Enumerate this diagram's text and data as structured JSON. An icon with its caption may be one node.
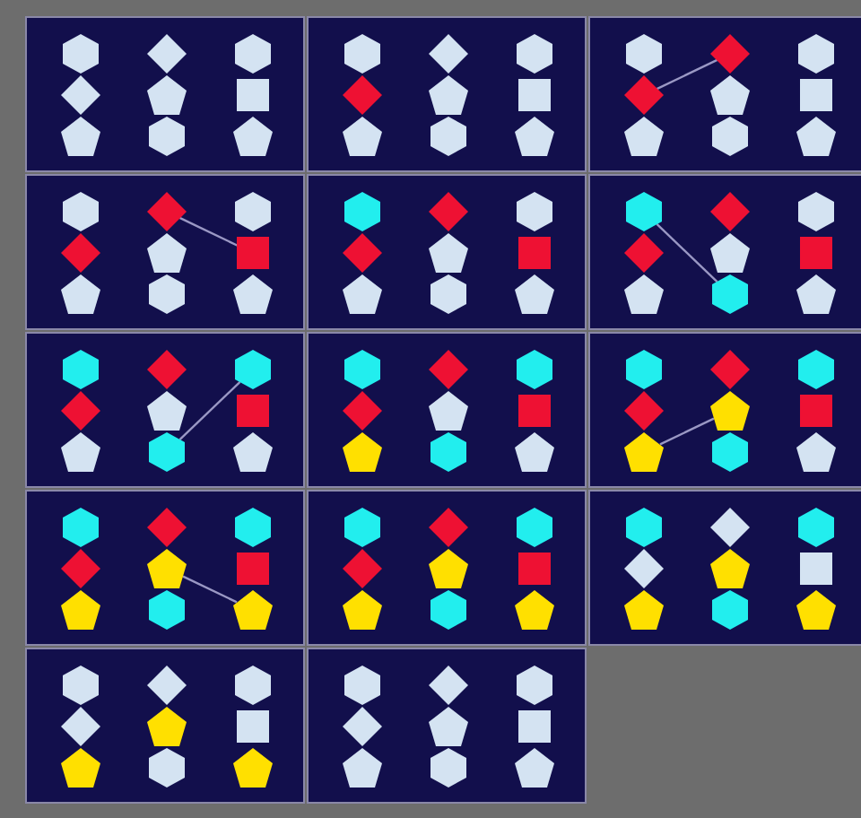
{
  "diagram": {
    "nodes": [
      {
        "text": [],
        "shape": "box"
      },
      {
        "text": [],
        "shape": "hexagon",
        "in": 0
      },
      {
        "text": [],
        "shape": "diamond",
        "in": 0
      },
      {
        "text": [],
        "shape": "pentagon",
        "in": 0
      },
      {
        "text": [],
        "shape": "diamond",
        "in": 0
      },
      {
        "text": [],
        "shape": "pentagon",
        "in": 0
      },
      {
        "text": [],
        "shape": "hexagon",
        "in": 0
      },
      {
        "text": [],
        "shape": "hexagon",
        "in": 0
      },
      {
        "text": [],
        "shape": "square",
        "in": 0
      },
      {
        "text": [],
        "shape": "pentagon",
        "in": 0
      },
      {
        "text": [],
        "shape": "box"
      },
      {
        "text": [],
        "shape": "hexagon",
        "in": 10
      },
      {
        "text": [],
        "shape": "diamond",
        "in": 10
      },
      {
        "text": [],
        "shape": "pentagon",
        "in": 10
      },
      {
        "text": [],
        "shape": "diamond",
        "in": 10
      },
      {
        "text": [],
        "shape": "pentagon",
        "in": 10
      },
      {
        "text": [],
        "shape": "hexagon",
        "in": 10
      },
      {
        "text": [],
        "shape": "hexagon",
        "in": 10
      },
      {
        "text": [],
        "shape": "square",
        "in": 10
      },
      {
        "text": [],
        "shape": "pentagon",
        "in": 10
      },
      {
        "text": [],
        "shape": "box"
      },
      {
        "text": [],
        "shape": "hexagon",
        "in": 20
      },
      {
        "text": [],
        "shape": "diamond",
        "in": 20
      },
      {
        "text": [],
        "shape": "pentagon",
        "in": 20
      },
      {
        "text": [],
        "shape": "diamond",
        "in": 20
      },
      {
        "text": [],
        "shape": "pentagon",
        "in": 20
      },
      {
        "text": [],
        "shape": "hexagon",
        "in": 20
      },
      {
        "text": [],
        "shape": "hexagon",
        "in": 20
      },
      {
        "text": [],
        "shape": "square",
        "in": 20
      },
      {
        "text": [],
        "shape": "pentagon",
        "in": 20
      },
      {
        "text": [],
        "shape": "box"
      },
      {
        "text": [],
        "shape": "hexagon",
        "in": 30
      },
      {
        "text": [],
        "shape": "diamond",
        "in": 30
      },
      {
        "text": [],
        "shape": "pentagon",
        "in": 30
      },
      {
        "text": [],
        "shape": "diamond",
        "in": 30
      },
      {
        "text": [],
        "shape": "pentagon",
        "in": 30
      },
      {
        "text": [],
        "shape": "hexagon",
        "in": 30
      },
      {
        "text": [],
        "shape": "hexagon",
        "in": 30
      },
      {
        "text": [],
        "shape": "square",
        "in": 30
      },
      {
        "text": [],
        "shape": "pentagon",
        "in": 30
      },
      {
        "text": [],
        "shape": "box"
      },
      {
        "text": [],
        "shape": "hexagon",
        "in": 40
      },
      {
        "text": [],
        "shape": "diamond",
        "in": 40
      },
      {
        "text": [],
        "shape": "pentagon",
        "in": 40
      },
      {
        "text": [],
        "shape": "diamond",
        "in": 40
      },
      {
        "text": [],
        "shape": "pentagon",
        "in": 40
      },
      {
        "text": [],
        "shape": "hexagon",
        "in": 40
      },
      {
        "text": [],
        "shape": "hexagon",
        "in": 40
      },
      {
        "text": [],
        "shape": "square",
        "in": 40
      },
      {
        "text": [],
        "shape": "pentagon",
        "in": 40
      },
      {
        "text": [],
        "shape": "box"
      },
      {
        "text": [],
        "shape": "hexagon",
        "in": 50
      },
      {
        "text": [],
        "shape": "diamond",
        "in": 50
      },
      {
        "text": [],
        "shape": "pentagon",
        "in": 50
      },
      {
        "text": [],
        "shape": "diamond",
        "in": 50
      },
      {
        "text": [],
        "shape": "pentagon",
        "in": 50
      },
      {
        "text": [],
        "shape": "hexagon",
        "in": 50
      },
      {
        "text": [],
        "shape": "hexagon",
        "in": 50
      },
      {
        "text": [],
        "shape": "square",
        "in": 50
      },
      {
        "text": [],
        "shape": "pentagon",
        "in": 50
      },
      {
        "text": [],
        "shape": "box"
      },
      {
        "text": [],
        "shape": "hexagon",
        "in": 60
      },
      {
        "text": [],
        "shape": "diamond",
        "in": 60
      },
      {
        "text": [],
        "shape": "pentagon",
        "in": 60
      },
      {
        "text": [],
        "shape": "diamond",
        "in": 60
      },
      {
        "text": [],
        "shape": "pentagon",
        "in": 60
      },
      {
        "text": [],
        "shape": "hexagon",
        "in": 60
      },
      {
        "text": [],
        "shape": "hexagon",
        "in": 60
      },
      {
        "text": [],
        "shape": "square",
        "in": 60
      },
      {
        "text": [],
        "shape": "pentagon",
        "in": 60
      },
      {
        "text": [],
        "shape": "box"
      },
      {
        "text": [],
        "shape": "hexagon",
        "in": 70
      },
      {
        "text": [],
        "shape": "diamond",
        "in": 70
      },
      {
        "text": [],
        "shape": "pentagon",
        "in": 70
      },
      {
        "text": [],
        "shape": "diamond",
        "in": 70
      },
      {
        "text": [],
        "shape": "pentagon",
        "in": 70
      },
      {
        "text": [],
        "shape": "hexagon",
        "in": 70
      },
      {
        "text": [],
        "shape": "hexagon",
        "in": 70
      },
      {
        "text": [],
        "shape": "square",
        "in": 70
      },
      {
        "text": [],
        "shape": "pentagon",
        "in": 70
      },
      {
        "text": [],
        "shape": "box"
      },
      {
        "text": [],
        "shape": "hexagon",
        "in": 80
      },
      {
        "text": [],
        "shape": "diamond",
        "in": 80
      },
      {
        "text": [],
        "shape": "pentagon",
        "in": 80
      },
      {
        "text": [],
        "shape": "diamond",
        "in": 80
      },
      {
        "text": [],
        "shape": "pentagon",
        "in": 80
      },
      {
        "text": [],
        "shape": "hexagon",
        "in": 80
      },
      {
        "text": [],
        "shape": "hexagon",
        "in": 80
      },
      {
        "text": [],
        "shape": "square",
        "in": 80
      },
      {
        "text": [],
        "shape": "pentagon",
        "in": 80
      },
      {
        "text": [],
        "shape": "box"
      },
      {
        "text": [],
        "shape": "hexagon",
        "in": 90
      },
      {
        "text": [],
        "shape": "diamond",
        "in": 90
      },
      {
        "text": [],
        "shape": "pentagon",
        "in": 90
      },
      {
        "text": [],
        "shape": "diamond",
        "in": 90
      },
      {
        "text": [],
        "shape": "pentagon",
        "in": 90
      },
      {
        "text": [],
        "shape": "hexagon",
        "in": 90
      },
      {
        "text": [],
        "shape": "hexagon",
        "in": 90
      },
      {
        "text": [],
        "shape": "square",
        "in": 90
      },
      {
        "text": [],
        "shape": "pentagon",
        "in": 90
      },
      {
        "text": [],
        "shape": "box"
      },
      {
        "text": [],
        "shape": "hexagon",
        "in": 100
      },
      {
        "text": [],
        "shape": "diamond",
        "in": 100
      },
      {
        "text": [],
        "shape": "pentagon",
        "in": 100
      },
      {
        "text": [],
        "shape": "diamond",
        "in": 100
      },
      {
        "text": [],
        "shape": "pentagon",
        "in": 100
      },
      {
        "text": [],
        "shape": "hexagon",
        "in": 100
      },
      {
        "text": [],
        "shape": "hexagon",
        "in": 100
      },
      {
        "text": [],
        "shape": "square",
        "in": 100
      },
      {
        "text": [],
        "shape": "pentagon",
        "in": 100
      },
      {
        "text": [],
        "shape": "box"
      },
      {
        "text": [],
        "shape": "hexagon",
        "in": 110
      },
      {
        "text": [],
        "shape": "diamond",
        "in": 110
      },
      {
        "text": [],
        "shape": "pentagon",
        "in": 110
      },
      {
        "text": [],
        "shape": "diamond",
        "in": 110
      },
      {
        "text": [],
        "shape": "pentagon",
        "in": 110
      },
      {
        "text": [],
        "shape": "hexagon",
        "in": 110
      },
      {
        "text": [],
        "shape": "hexagon",
        "in": 110
      },
      {
        "text": [],
        "shape": "square",
        "in": 110
      },
      {
        "text": [],
        "shape": "pentagon",
        "in": 110
      },
      {
        "text": [],
        "shape": "box"
      },
      {
        "text": [],
        "shape": "hexagon",
        "in": 120
      },
      {
        "text": [],
        "shape": "diamond",
        "in": 120
      },
      {
        "text": [],
        "shape": "pentagon",
        "in": 120
      },
      {
        "text": [],
        "shape": "diamond",
        "in": 120
      },
      {
        "text": [],
        "shape": "pentagon",
        "in": 120
      },
      {
        "text": [],
        "shape": "hexagon",
        "in": 120
      },
      {
        "text": [],
        "shape": "hexagon",
        "in": 120
      },
      {
        "text": [],
        "shape": "square",
        "in": 120
      },
      {
        "text": [],
        "shape": "pentagon",
        "in": 120
      },
      {
        "text": [],
        "shape": "box"
      },
      {
        "text": [],
        "shape": "hexagon",
        "in": 130
      },
      {
        "text": [],
        "shape": "diamond",
        "in": 130
      },
      {
        "text": [],
        "shape": "pentagon",
        "in": 130
      },
      {
        "text": [],
        "shape": "diamond",
        "in": 130
      },
      {
        "text": [],
        "shape": "pentagon",
        "in": 130
      },
      {
        "text": [],
        "shape": "hexagon",
        "in": 130
      },
      {
        "text": [],
        "shape": "hexagon",
        "in": 130
      },
      {
        "text": [],
        "shape": "square",
        "in": 130
      },
      {
        "text": [],
        "shape": "pentagon",
        "in": 130
      }
    ],
    "edges": [
      {
        "from": 22,
        "to": 24,
        "arrow": "none"
      },
      {
        "from": 34,
        "to": 38,
        "arrow": "none"
      },
      {
        "from": 51,
        "to": 56,
        "arrow": "none"
      },
      {
        "from": 66,
        "to": 67,
        "arrow": "none"
      },
      {
        "from": 83,
        "to": 85,
        "arrow": "none"
      },
      {
        "from": 95,
        "to": 99,
        "arrow": "none"
      }
    ]
  }
}
